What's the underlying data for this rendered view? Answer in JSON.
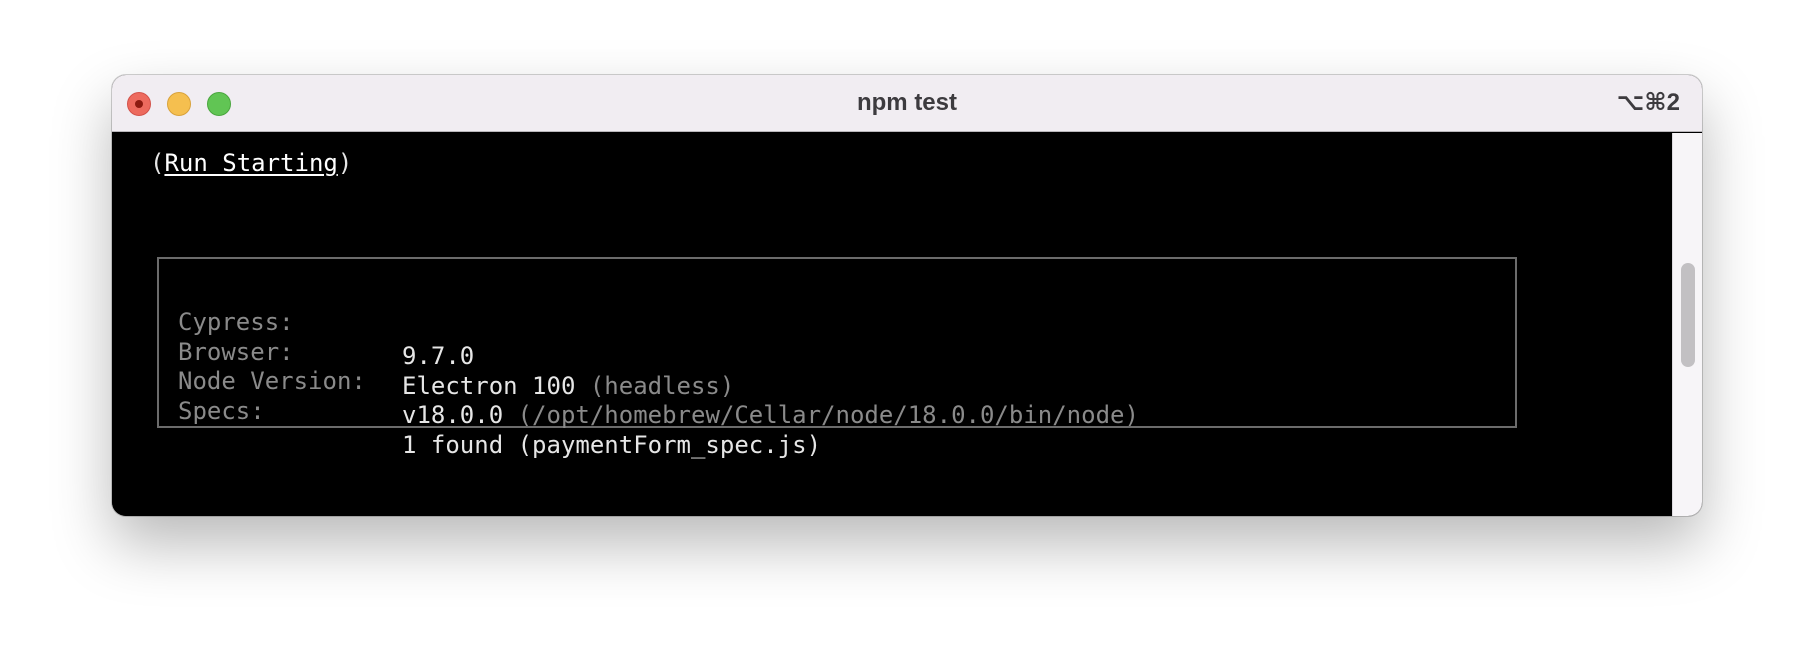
{
  "window": {
    "title": "npm test",
    "shortcut": "⌥⌘2"
  },
  "terminal": {
    "run_open": "(",
    "run_label": "Run Starting",
    "run_close": ")",
    "info_rows": [
      {
        "key": "Cypress:",
        "value": "9.7.0",
        "detail": ""
      },
      {
        "key": "Browser:",
        "value": "Electron 100",
        "detail": " (headless)"
      },
      {
        "key": "Node Version:",
        "value": "v18.0.0",
        "detail": " (/opt/homebrew/Cellar/node/18.0.0/bin/node)"
      },
      {
        "key": "Specs:",
        "value": "1 found (paymentForm_spec.js)",
        "detail": ""
      }
    ]
  },
  "colors": {
    "terminal_bg": "#000000",
    "text": "#e6e6e6",
    "muted_text": "#8a8a8a",
    "titlebar_bg": "#f1edf2"
  }
}
